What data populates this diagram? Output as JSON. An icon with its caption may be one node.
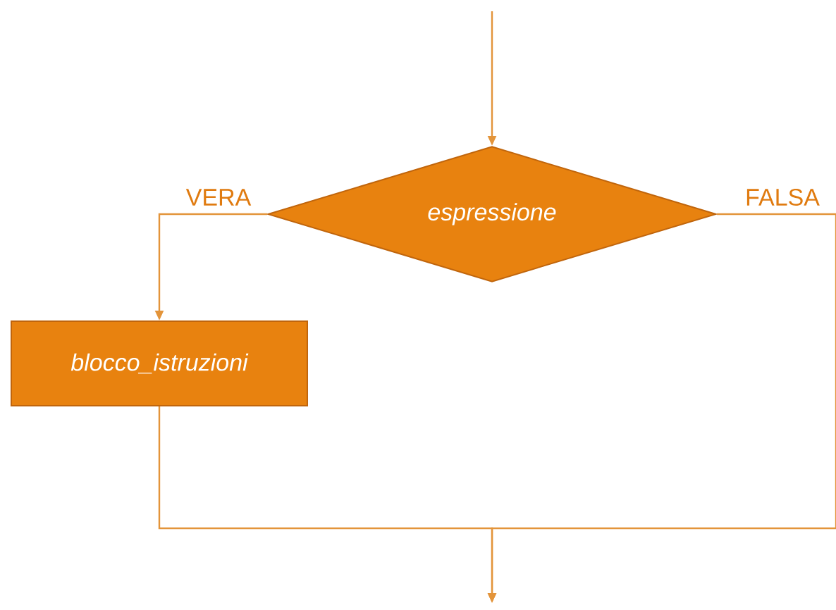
{
  "diagram": {
    "nodes": [
      {
        "text": [
          "espressione"
        ]
      },
      {
        "text": [
          "blocco_istruzioni"
        ]
      }
    ],
    "edges": [
      {
        "from": null,
        "to": 0,
        "arrow": "to"
      },
      {
        "from": 0,
        "to": 1,
        "arrow": "to",
        "label": "VERA"
      },
      {
        "from": 0,
        "to": null,
        "arrow": "to",
        "label": "FALSA"
      },
      {
        "from": 1,
        "to": null,
        "arrow": "to"
      }
    ]
  }
}
